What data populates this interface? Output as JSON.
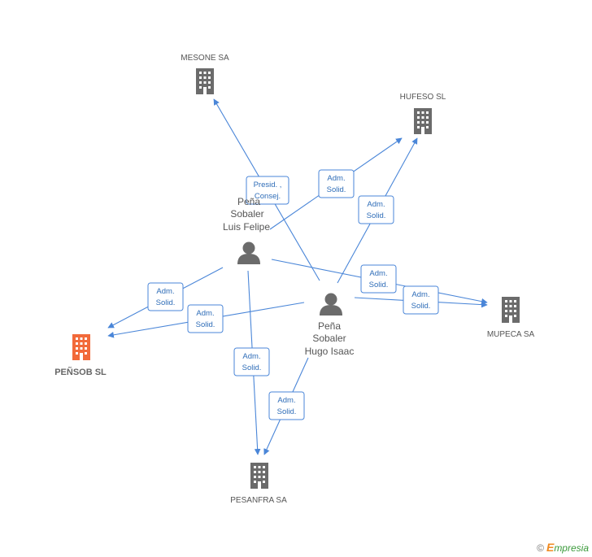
{
  "companies": {
    "mesone": "MESONE SA",
    "hufeso": "HUFESO SL",
    "mupeca": "MUPECA SA",
    "pensob": "PEÑSOB SL",
    "pesanfra": "PESANFRA SA"
  },
  "persons": {
    "luis": [
      "Peña",
      "Sobaler",
      "Luis Felipe"
    ],
    "hugo": [
      "Peña",
      "Sobaler",
      "Hugo Isaac"
    ]
  },
  "relations": {
    "presid": [
      "Presid. ,",
      "Consej."
    ],
    "adm": [
      "Adm.",
      "Solid."
    ]
  },
  "colors": {
    "edge": "#4a86d8",
    "company": "#6b6b6b",
    "main_company": "#f26a3a",
    "person": "#6b6b6b"
  },
  "icons": {
    "company": "building-icon",
    "person": "person-icon"
  },
  "footer": {
    "copyright": "©",
    "brand_initial": "E",
    "brand_rest": "mpresia"
  }
}
